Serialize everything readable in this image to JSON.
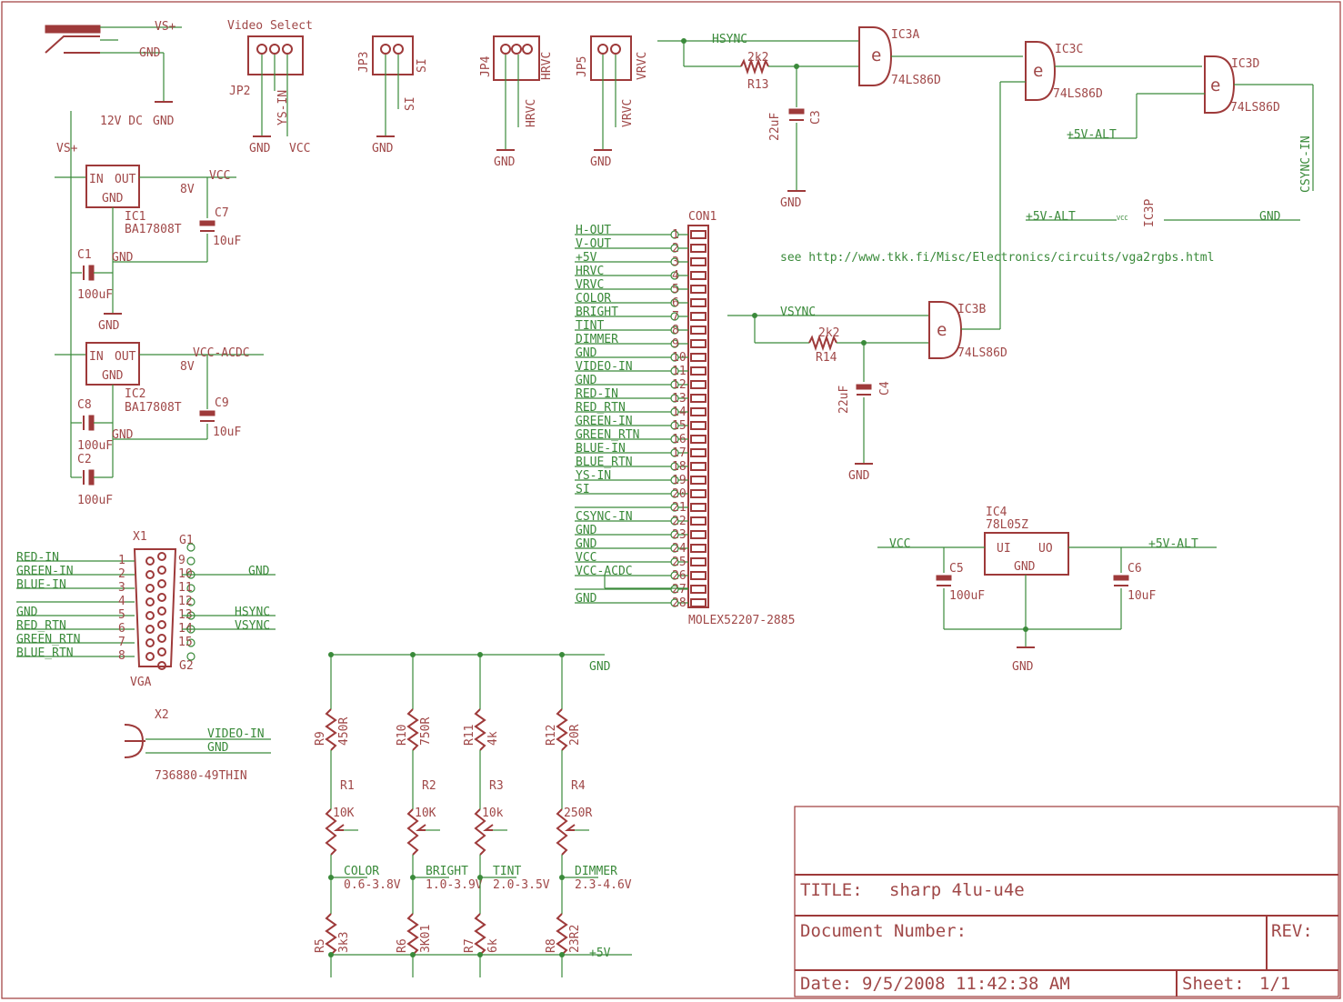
{
  "title_block": {
    "title_label": "TITLE:",
    "title_value": "sharp 4lu-u4e",
    "doc_label": "Document Number:",
    "rev_label": "REV:",
    "date_label": "Date:",
    "date_value": "9/5/2008 11:42:38 AM",
    "sheet_label": "Sheet:",
    "sheet_value": "1/1"
  },
  "note": "see http://www.tkk.fi/Misc/Electronics/circuits/vga2rgbs.html",
  "power": {
    "jack_label": "12V DC",
    "vs_plus": "VS+",
    "gnd": "GND",
    "ic1": "IC1",
    "ic1_part": "BA17808T",
    "ic2": "IC2",
    "ic2_part": "BA17808T",
    "in": "IN",
    "out": "OUT",
    "vcc": "VCC",
    "vcc_acdc": "VCC-ACDC",
    "v8": "8V",
    "c1": "C1",
    "c2": "C2",
    "c7": "C7",
    "c8": "C8",
    "c9": "C9",
    "c100": "100uF",
    "c10": "10uF"
  },
  "jumpers": {
    "video_select": "Video Select",
    "jp2": "JP2",
    "jp3": "JP3",
    "jp4": "JP4",
    "jp5": "JP5",
    "ys_in": "YS-IN",
    "vcc": "VCC",
    "si": "SI",
    "hrvc": "HRVC",
    "vrvc": "VRVC",
    "gnd": "GND"
  },
  "connector": {
    "name": "CON1",
    "part": "MOLEX52207-2885",
    "pins": [
      "H-OUT",
      "V-OUT",
      "+5V",
      "HRVC",
      "VRVC",
      "COLOR",
      "BRIGHT",
      "TINT",
      "DIMMER",
      "GND",
      "VIDEO-IN",
      "GND",
      "RED-IN",
      "RED_RTN",
      "GREEN-IN",
      "GREEN_RTN",
      "BLUE-IN",
      "BLUE_RTN",
      "YS-IN",
      "SI",
      "",
      "CSYNC-IN",
      "GND",
      "GND",
      "VCC",
      "VCC-ACDC",
      "",
      "GND"
    ]
  },
  "logic": {
    "hsync": "HSYNC",
    "vsync": "VSYNC",
    "ic3a": "IC3A",
    "ic3b": "IC3B",
    "ic3c": "IC3C",
    "ic3d": "IC3D",
    "ic3p": "IC3P",
    "part": "74LS86D",
    "r13": "R13",
    "r14": "R14",
    "r_val": "2k2",
    "c3": "C3",
    "c4": "C4",
    "c_val": "22uF",
    "plus5alt": "+5V-ALT",
    "csync_in": "CSYNC-IN",
    "vcc": "VCC",
    "gnd": "GND",
    "gate": "e"
  },
  "regulator": {
    "ic4": "IC4",
    "part": "78L05Z",
    "ui": "UI",
    "uo": "UO",
    "gnd": "GND",
    "vcc": "VCC",
    "plus5alt": "+5V-ALT",
    "c5": "C5",
    "c6": "C6",
    "c5v": "100uF",
    "c6v": "10uF"
  },
  "vga": {
    "x1": "X1",
    "name": "VGA",
    "g1": "G1",
    "g2": "G2",
    "left": [
      "RED-IN",
      "GREEN-IN",
      "BLUE-IN",
      "",
      "GND",
      "RED_RTN",
      "GREEN_RTN",
      "BLUE_RTN"
    ],
    "gnd": "GND",
    "hsync": "HSYNC",
    "vsync": "VSYNC"
  },
  "x2": {
    "name": "X2",
    "part": "736880-49THIN",
    "video_in": "VIDEO-IN",
    "gnd": "GND"
  },
  "pots": {
    "gnd": "GND",
    "plus5": "+5V",
    "items": [
      {
        "rtop": "R9",
        "rtop_v": "450R",
        "pot": "R1",
        "pot_v": "10K",
        "name": "COLOR",
        "range": "0.6-3.8V",
        "rbot": "R5",
        "rbot_v": "3k3"
      },
      {
        "rtop": "R10",
        "rtop_v": "750R",
        "pot": "R2",
        "pot_v": "10K",
        "name": "BRIGHT",
        "range": "1.0-3.9V",
        "rbot": "R6",
        "rbot_v": "3K01"
      },
      {
        "rtop": "R11",
        "rtop_v": "4k",
        "pot": "R3",
        "pot_v": "10k",
        "name": "TINT",
        "range": "2.0-3.5V",
        "rbot": "R7",
        "rbot_v": "6k"
      },
      {
        "rtop": "R12",
        "rtop_v": "20R",
        "pot": "R4",
        "pot_v": "250R",
        "name": "DIMMER",
        "range": "2.3-4.6V",
        "rbot": "R8",
        "rbot_v": "23R2"
      }
    ]
  }
}
